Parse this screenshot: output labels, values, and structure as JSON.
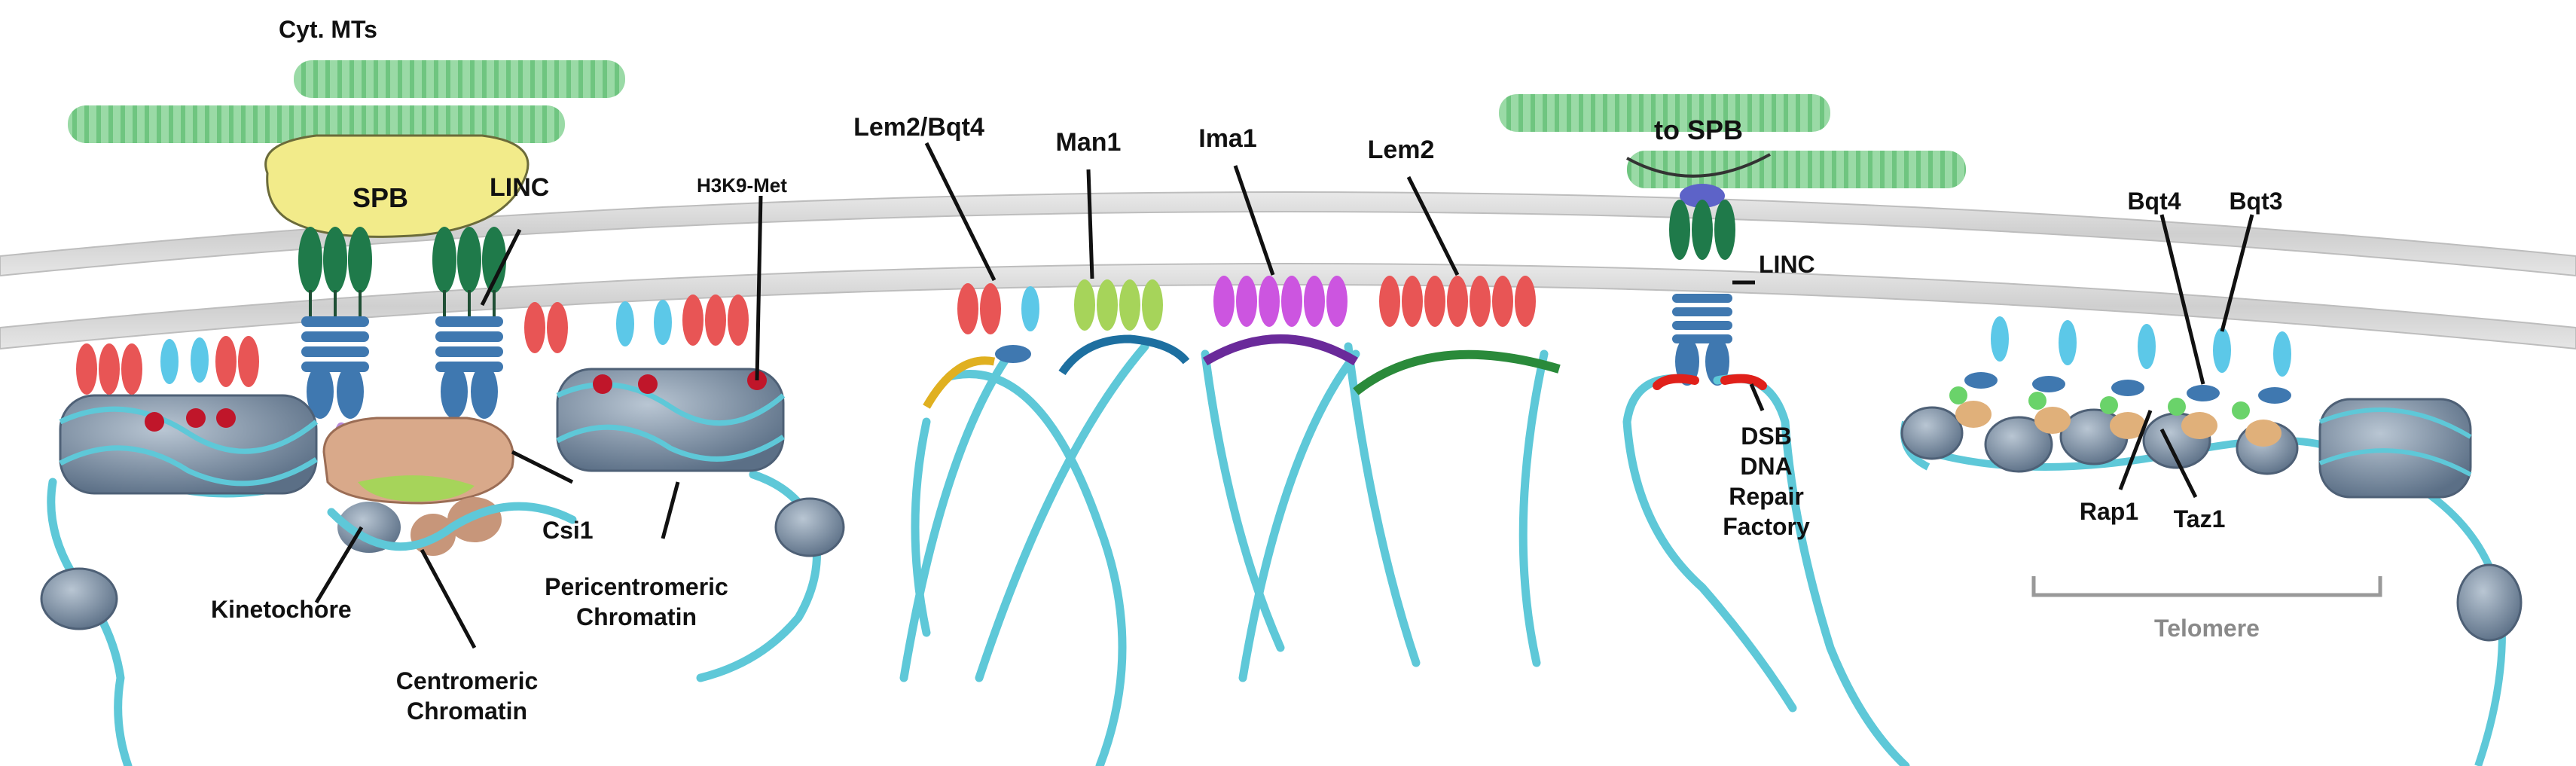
{
  "labels": {
    "cyt_mts": "Cyt. MTs",
    "spb": "SPB",
    "linc_left": "LINC",
    "h3k9": "H3K9-Met",
    "csi1": "Csi1",
    "kinetochore": "Kinetochore",
    "centromeric_1": "Centromeric",
    "centromeric_2": "Chromatin",
    "pericentromeric_1": "Pericentromeric",
    "pericentromeric_2": "Chromatin",
    "lem2_bqt4": "Lem2/Bqt4",
    "man1": "Man1",
    "ima1": "Ima1",
    "lem2": "Lem2",
    "to_spb": "to SPB",
    "linc_right": "LINC",
    "dsb_1": "DSB",
    "dsb_2": "DNA",
    "dsb_3": "Repair",
    "dsb_4": "Factory",
    "bqt4": "Bqt4",
    "bqt3": "Bqt3",
    "rap1": "Rap1",
    "taz1": "Taz1",
    "telomere": "Telomere"
  },
  "colors": {
    "membrane": "#d8d8d8",
    "chromatin_fiber": "#5ec8d8",
    "microtubule": "#7fcf8c",
    "spb": "#f2eb8a",
    "linc_sun": "#3f78b0",
    "linc_kash": "#1f7a4a",
    "lem2_protein": "#e85555",
    "bqt4_protein": "#5cc8e8",
    "man1_protein": "#a6d45a",
    "ima1_protein": "#cc55e0",
    "nucleosome": "#5b6f86",
    "kinetochore": "#d9a98a",
    "dsb": "#e0201a",
    "rap1": "#6ad36a",
    "taz1": "#e0b07a"
  }
}
